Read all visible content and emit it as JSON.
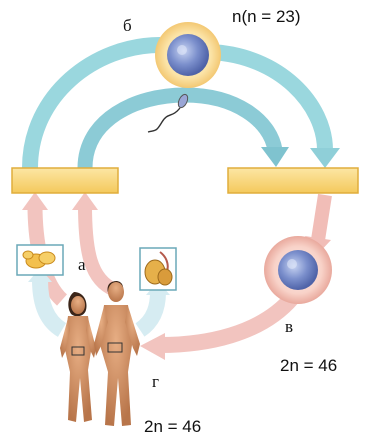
{
  "labels": {
    "b": "б",
    "a": "а",
    "v": "в",
    "g": "г"
  },
  "haploid_formula": "n(n = 23)",
  "diploid_formula_cell": "2n = 46",
  "diploid_formula_humans": "2n = 46",
  "colors": {
    "outer_arrow": "#8fd3dc",
    "inner_arrow": "#7fc6d4",
    "pink_arrow": "#f2b9b4",
    "bar_fill": "#f9d77e",
    "bar_stroke": "#e0ad3c",
    "cell_nucleus": "#6f86c6"
  }
}
